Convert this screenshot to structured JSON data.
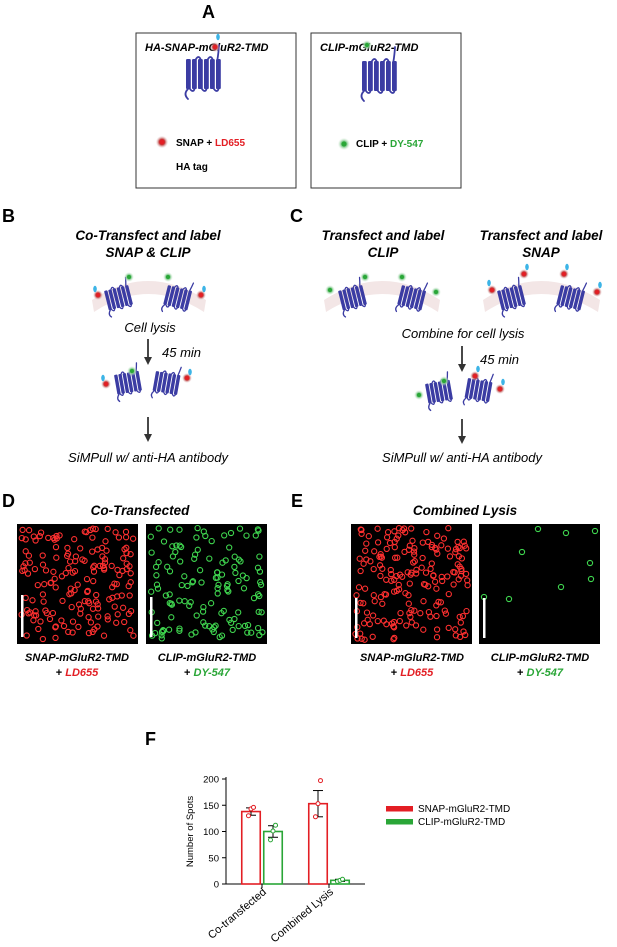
{
  "panel_a": {
    "letter": "A",
    "box1_title": "HA-SNAP-mGluR2-TMD",
    "box2_title": "CLIP-mGluR2-TMD",
    "snap_label": "SNAP",
    "snap_dye": "LD655",
    "ha_label": "HA tag",
    "clip_label": "CLIP",
    "clip_dye": "DY-547",
    "plus": "+"
  },
  "panel_b": {
    "letter": "B",
    "title_line1": "Co-Transfect and label",
    "title_line2": "SNAP & CLIP",
    "step1": "Cell lysis",
    "time": "45 min",
    "step2": "SiMPull w/ anti-HA antibody"
  },
  "panel_c": {
    "letter": "C",
    "left_title_line1": "Transfect and label",
    "left_title_line2": "CLIP",
    "right_title_line1": "Transfect and label",
    "right_title_line2": "SNAP",
    "step1": "Combine for cell lysis",
    "time": "45 min",
    "step2": "SiMPull w/ anti-HA antibody"
  },
  "panel_d": {
    "letter": "D",
    "title": "Co-Transfected",
    "cap_left_line1": "SNAP-mGluR2-TMD",
    "cap_left_dye": "LD655",
    "cap_right_line1": "CLIP-mGluR2-TMD",
    "cap_right_dye": "DY-547",
    "plus": "+"
  },
  "panel_e": {
    "letter": "E",
    "title": "Combined Lysis",
    "cap_left_line1": "SNAP-mGluR2-TMD",
    "cap_left_dye": "LD655",
    "cap_right_line1": "CLIP-mGluR2-TMD",
    "cap_right_dye": "DY-547",
    "plus": "+"
  },
  "panel_f": {
    "letter": "F",
    "ylabel": "Number of Spots",
    "yticks": [
      "0",
      "50",
      "100",
      "150",
      "200"
    ],
    "categories": [
      "Co-transfected",
      "Combined Lysis"
    ],
    "legend": [
      "SNAP-mGluR2-TMD",
      "CLIP-mGluR2-TMD"
    ]
  },
  "colors": {
    "receptor": "#3b3ca3",
    "red_dye": "#e31e24",
    "green_dye": "#2aa637",
    "ha_tag": "#3cb4e6",
    "membrane": "#f3e6e6"
  },
  "chart_data": {
    "type": "bar",
    "categories": [
      "Co-transfected",
      "Combined Lysis"
    ],
    "ylabel": "Number of Spots",
    "ylim": [
      0,
      200
    ],
    "series": [
      {
        "name": "SNAP-mGluR2-TMD",
        "color": "#e31e24",
        "values": [
          138,
          153
        ],
        "error": [
          7,
          25
        ],
        "points": [
          [
            130,
            143,
            146
          ],
          [
            128,
            153,
            197
          ]
        ]
      },
      {
        "name": "CLIP-mGluR2-TMD",
        "color": "#2aa637",
        "values": [
          100,
          7
        ],
        "error": [
          11,
          2
        ],
        "points": [
          [
            84,
            101,
            112
          ],
          [
            5,
            7,
            9
          ]
        ]
      }
    ],
    "legend_position": "right"
  }
}
